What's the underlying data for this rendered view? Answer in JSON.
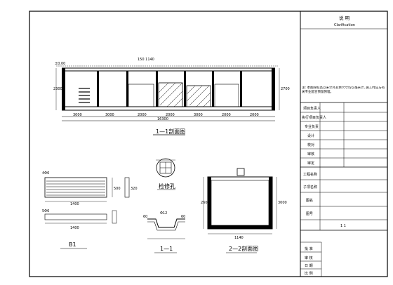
{
  "sheet": {
    "title_block": {
      "header": "说 明",
      "header_sub": "Clarification",
      "note": "注: 本图除标高以米计外其余尺寸均以毫米计, 施工时应与有关专业配合预留预埋。",
      "rows": [
        "项目负责人",
        "执行项目负责人",
        "专业负责",
        "设计",
        "校对",
        "审核",
        "审定",
        "工程名称",
        "子项名称",
        "图名",
        "图号"
      ],
      "drawing_no": "1 1",
      "bottom_rows": [
        "批 准",
        "审 核",
        "日 期",
        "比 例"
      ]
    },
    "views": {
      "section_1_1": {
        "title": "1—1剖面图"
      },
      "manhole": {
        "title": "检修孔"
      },
      "plate": {
        "title": "B1",
        "dim_top": "4Φ6",
        "dim_bottom": "5Φ6",
        "width": "1400",
        "height": "500",
        "right": "320"
      },
      "detail_1_1": {
        "title": "1—1",
        "note": "Φ12",
        "dims": [
          "60",
          "60"
        ]
      },
      "section_2_2": {
        "title": "2—2剖面图",
        "dim": "1140"
      }
    }
  }
}
